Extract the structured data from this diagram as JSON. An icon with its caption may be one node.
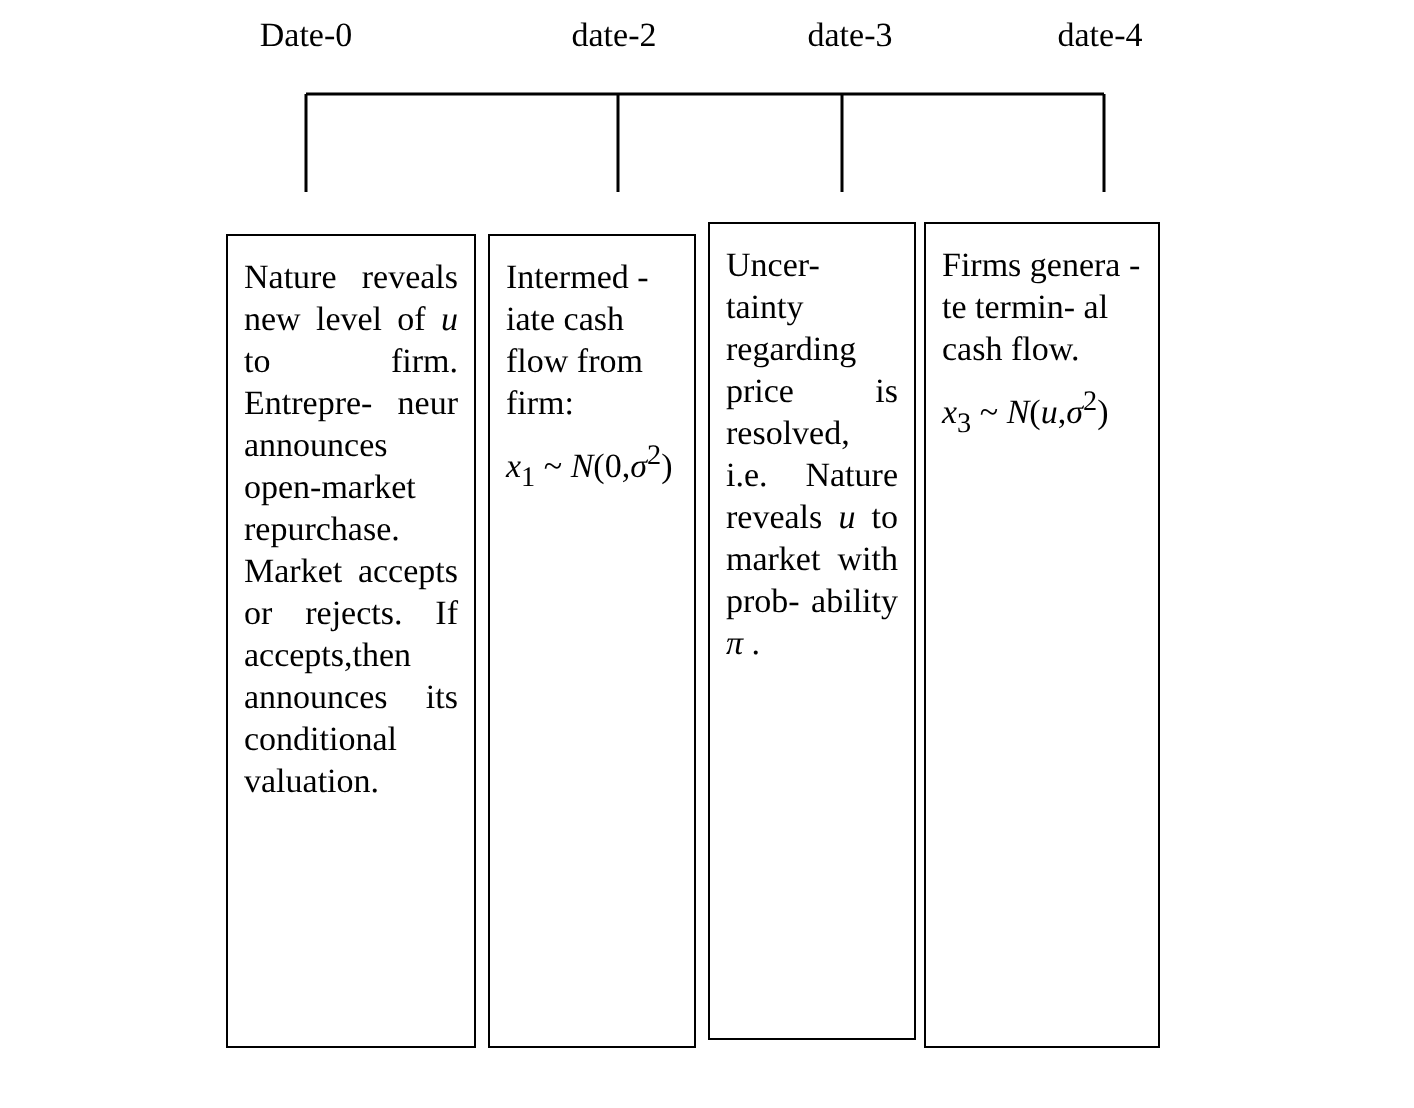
{
  "diagram": {
    "nodes": [
      {
        "text": [
          "Nature reveals new level of *u* to firm. Entrepre- neur announces open-market repurchase. Market accepts or rejects. If accepts,then announces its conditional valuation."
        ]
      },
      {
        "text": [
          "Intermed -iate cash flow from firm:",
          "*x*$_{1}$ ~ *N*(0,*σ*$^{2}$)"
        ]
      },
      {
        "text": [
          "Uncer- tainty regarding price is resolved, i.e. Nature reveals *u* to market with prob- ability *π* ."
        ]
      },
      {
        "text": [
          "Firms genera -te termin- al cash flow.",
          "*x*$_{3}$ ~ *N*(*u*,*σ*$^{2}$)"
        ]
      }
    ],
    "labels": [
      "Date-0",
      "date-2",
      "date-3",
      "date-4"
    ]
  }
}
